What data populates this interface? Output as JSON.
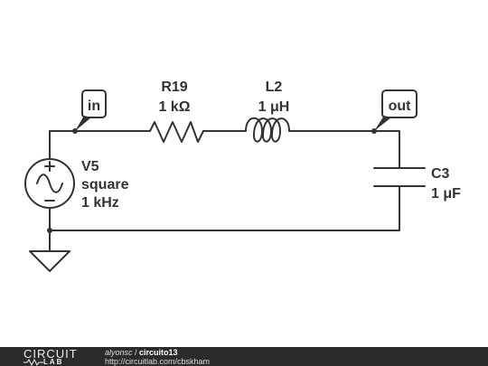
{
  "schematic": {
    "components": {
      "resistor": {
        "name": "R19",
        "value": "1 kΩ"
      },
      "inductor": {
        "name": "L2",
        "value": "1 μH"
      },
      "capacitor": {
        "name": "C3",
        "value": "1 μF"
      },
      "source": {
        "name": "V5",
        "waveform": "square",
        "frequency": "1 kHz"
      }
    },
    "net_labels": {
      "input": "in",
      "output": "out"
    }
  },
  "footer": {
    "logo_top": "CIRCUIT",
    "logo_bottom": "LAB",
    "author": "alyonsc",
    "separator": " / ",
    "title": "circuito13",
    "url": "http://circuitlab.com/cbskham"
  }
}
